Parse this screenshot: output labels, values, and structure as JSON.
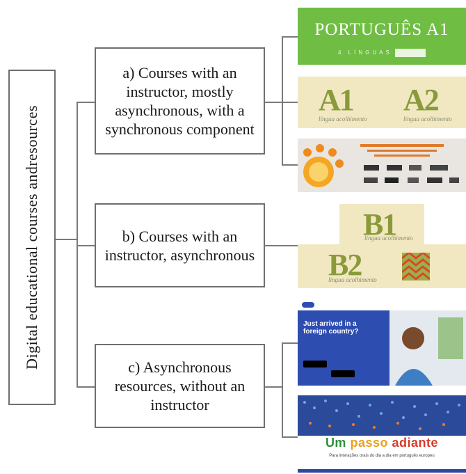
{
  "root_label": "Digital educational courses andresources",
  "categories": [
    "a) Courses with an instructor, mostly asynchronous, with a synchronous component",
    "b) Courses with an instructor, asynchronous",
    "c) Asynchronous resources, without an instructor"
  ],
  "thumbnails": {
    "t1": {
      "title": "PORTUGUÊS A1",
      "subtitle": "4 LÍNGUAS",
      "bg": "#6fbe43"
    },
    "t2": {
      "levels": [
        "A1",
        "A2"
      ],
      "caption": "língua acolhimento"
    },
    "t4": {
      "levels": [
        "B1",
        "B2"
      ],
      "caption": "língua acolhimento"
    },
    "t5": {
      "headline": "Just arrived in a foreign country?"
    },
    "t6": {
      "title_words": [
        "Um",
        "passo",
        "adiante"
      ],
      "subtitle": "Para interações orais do dia a dia em português europeu"
    }
  },
  "colors": {
    "line": "#7a7a7a",
    "border": "#6f6f6f",
    "green": "#6fbe43",
    "beige": "#f1e8c2",
    "blue": "#2c4a9a"
  }
}
